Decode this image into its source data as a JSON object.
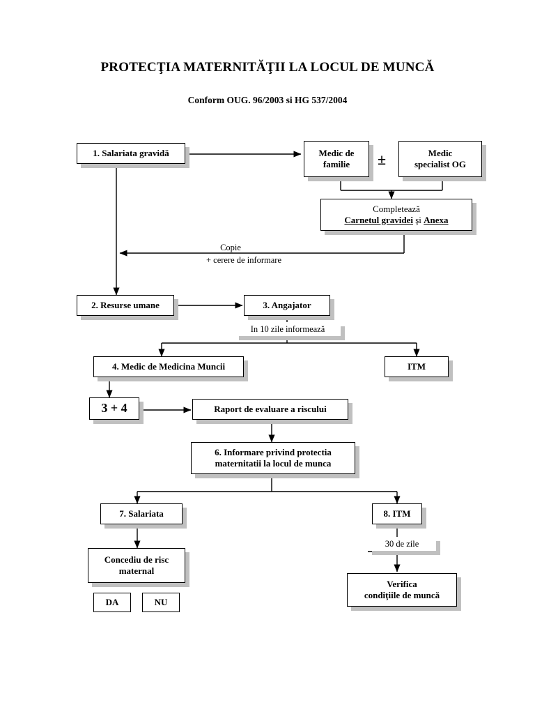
{
  "document": {
    "title": "PROTECŢIA MATERNITĂŢII LA LOCUL DE MUNCĂ",
    "subtitle": "Conform OUG. 96/2003 si HG 537/2004"
  },
  "theme": {
    "border_color": "#000000",
    "box_fill": "#ffffff",
    "shadow_color": "#c0c0c0",
    "page_background": "#ffffff"
  },
  "chart_data": {
    "type": "diagram",
    "title": "PROTECŢIA MATERNITĂŢII LA LOCUL DE MUNCĂ",
    "subtitle": "Conform OUG. 96/2003 si HG 537/2004"
  },
  "nodes": {
    "salariata_gravida": {
      "label": "1. Salariata gravidă"
    },
    "medic_familie": {
      "line1": "Medic de",
      "line2": "familie"
    },
    "plus_minus": {
      "symbol": "±"
    },
    "medic_specialist": {
      "line1": "Medic",
      "line2": "specialist OG"
    },
    "completeaza": {
      "line1": "Completează",
      "part1": "Carnetul gravidei",
      "conj": " şi ",
      "part2": "Anexa"
    },
    "resurse_umane": {
      "label": "2. Resurse umane"
    },
    "angajator": {
      "label": "3. Angajator"
    },
    "medic_medicina_muncii": {
      "label": "4. Medic de Medicina Muncii"
    },
    "itm_top": {
      "label": "ITM"
    },
    "trei_plus_patru": {
      "label": "3 + 4"
    },
    "raport_evaluare": {
      "label": "Raport de evaluare a riscului"
    },
    "informare": {
      "line1": "6. Informare privind protectia",
      "line2": "maternitatii la locul de munca"
    },
    "salariata_7": {
      "label": "7. Salariata"
    },
    "itm_8": {
      "label": "8. ITM"
    },
    "concediu": {
      "line1": "Concediu de risc",
      "line2": "maternal"
    },
    "da": {
      "label": "DA"
    },
    "nu": {
      "label": "NU"
    },
    "verifica": {
      "line1": "Verifica",
      "line2": "condiţiile de muncă"
    }
  },
  "edge_labels": {
    "copie": "Copie",
    "cerere": "+ cerere de informare",
    "zece_zile": "In 10 zile informează",
    "treizeci_zile": "30 de zile"
  }
}
